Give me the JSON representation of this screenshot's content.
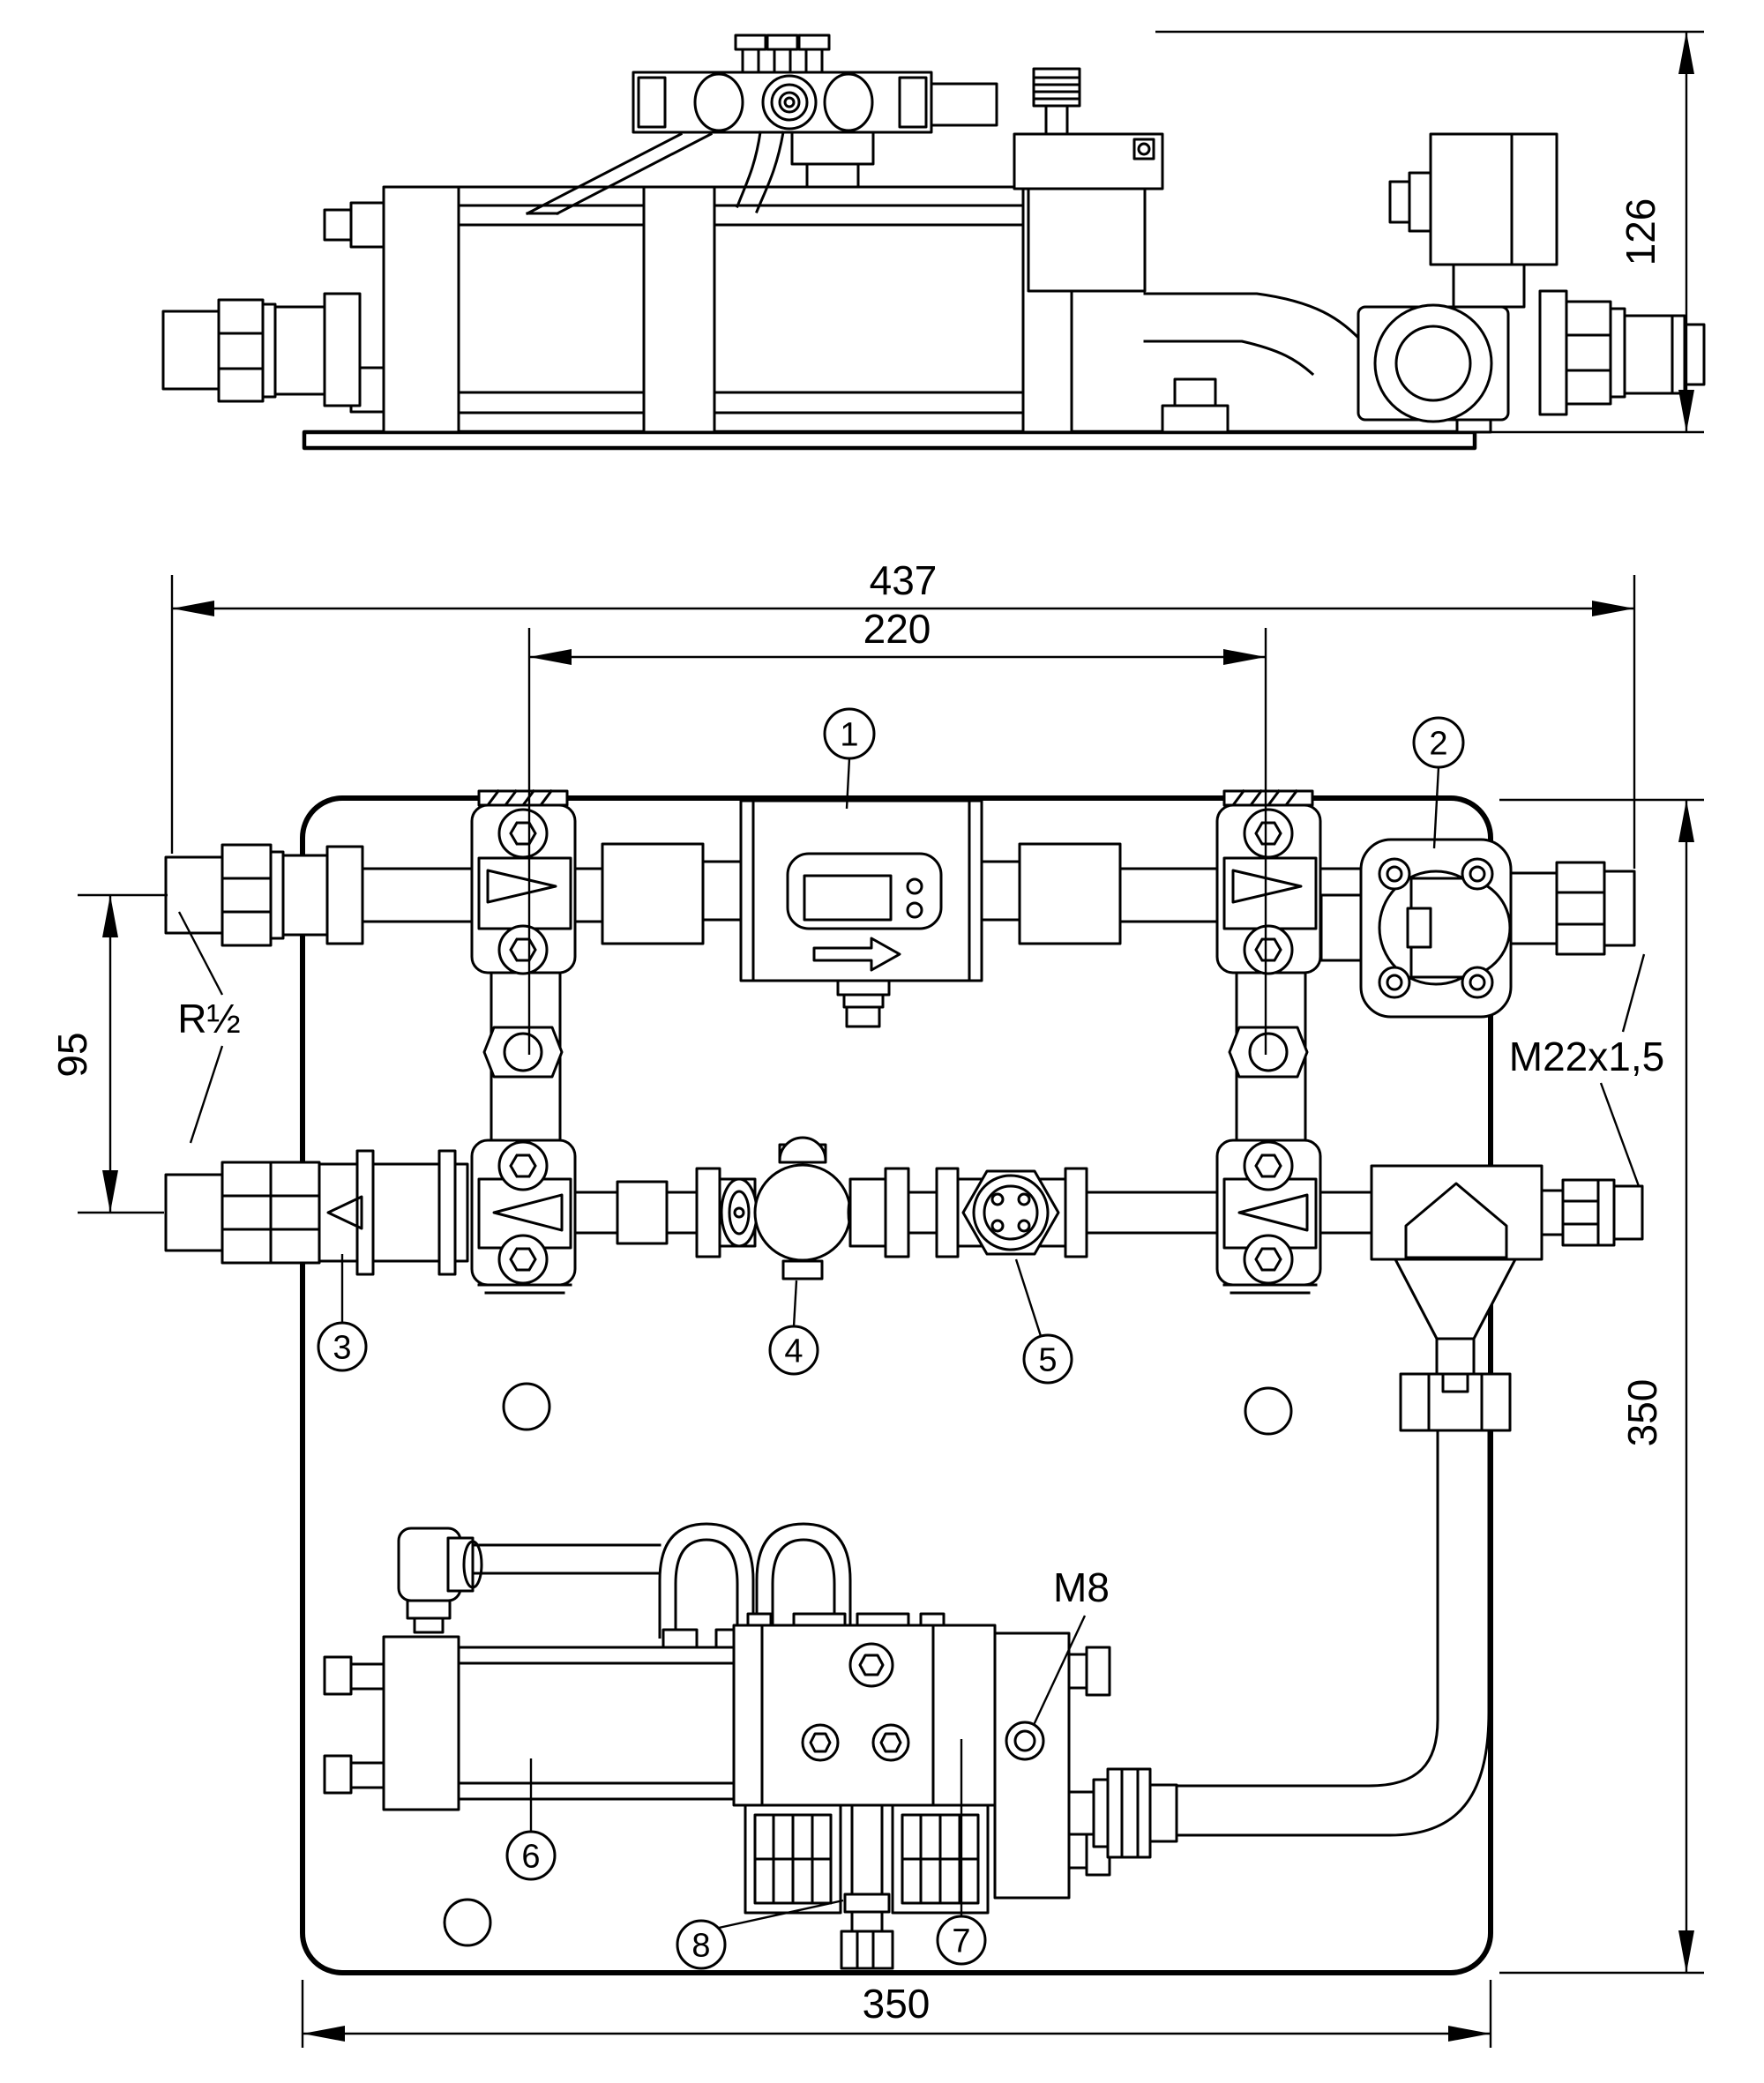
{
  "drawing": {
    "dims": {
      "overall_width": "437",
      "clamp_spacing": "220",
      "pipe_spacing": "95",
      "side_height": "126",
      "plate_width_bottom": "350",
      "plate_height_right": "350"
    },
    "labels": {
      "inlet_thread": "R½",
      "outlet_thread": "M22x1,5",
      "vent_thread": "M8"
    },
    "callouts": [
      {
        "n": "1"
      },
      {
        "n": "2"
      },
      {
        "n": "3"
      },
      {
        "n": "4"
      },
      {
        "n": "5"
      },
      {
        "n": "6"
      },
      {
        "n": "7"
      },
      {
        "n": "8"
      }
    ]
  }
}
